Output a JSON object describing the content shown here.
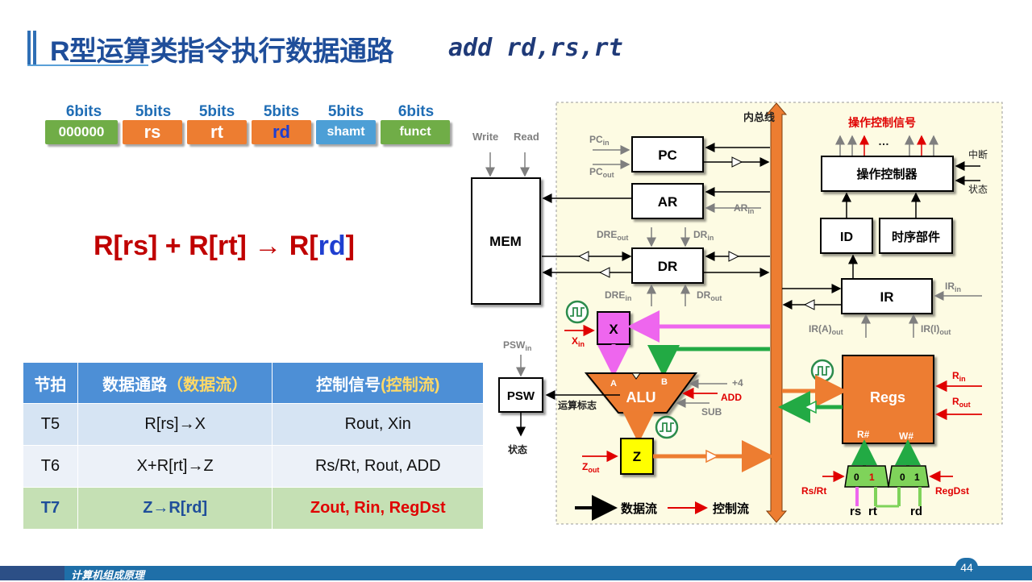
{
  "title": {
    "main": "R型运算类指令执行数据通路",
    "code": "add rd,rs,rt"
  },
  "format": {
    "labels": [
      "6bits",
      "5bits",
      "5bits",
      "5bits",
      "5bits",
      "6bits"
    ],
    "fields": [
      "000000",
      "rs",
      "rt",
      "rd",
      "shamt",
      "funct"
    ]
  },
  "formula": {
    "left": "R[rs] + R[rt] ",
    "arrow": "→",
    "rpre": " R[",
    "rd": "rd",
    "rpost": "]"
  },
  "table": {
    "headers": {
      "step": "节拍",
      "path": "数据通路",
      "path_paren": "（数据流）",
      "ctrl": "控制信号",
      "ctrl_paren": "(控制流)"
    },
    "rows": [
      {
        "step": "T5",
        "path": "R[rs]→X",
        "ctrl": "Rout, Xin"
      },
      {
        "step": "T6",
        "path": "X+R[rt]→Z",
        "ctrl": "Rs/Rt, Rout, ADD"
      },
      {
        "step": "T7",
        "path": "Z→R[rd]",
        "ctrl": "Zout, Rin, RegDst"
      }
    ]
  },
  "diagram": {
    "bus": "内总线",
    "ctrl_signals": "操作控制信号",
    "ellipsis": "…",
    "ctrl_unit": "操作控制器",
    "interrupt": "中断",
    "status": "状态",
    "id": "ID",
    "timing": "时序部件",
    "ir": "IR",
    "pc": "PC",
    "ar": "AR",
    "dr": "DR",
    "mem": "MEM",
    "write": "Write",
    "read": "Read",
    "x": "X",
    "alu": "ALU",
    "z": "Z",
    "psw": "PSW",
    "status2": "状态",
    "calc_flags": "运算标志",
    "regs": "Regs",
    "plus4": "+4",
    "add": "ADD",
    "sub": "SUB",
    "mux_a": "A",
    "mux_b": "B",
    "rnum": "R#",
    "wnum": "W#",
    "rs_rt": "Rs/Rt",
    "regdst": "RegDst",
    "rs": "rs",
    "rt": "rt",
    "rd": "rd",
    "zero": "0",
    "one": "1",
    "legend_data": "数据流",
    "legend_ctrl": "控制流"
  },
  "footer": {
    "course": "计算机组成原理",
    "page": "44"
  },
  "colors": {
    "title": "#1f4e9a",
    "formula": "#c00000",
    "accent_blue": "#4d8fd6",
    "regs_orange": "#ed7d31"
  }
}
